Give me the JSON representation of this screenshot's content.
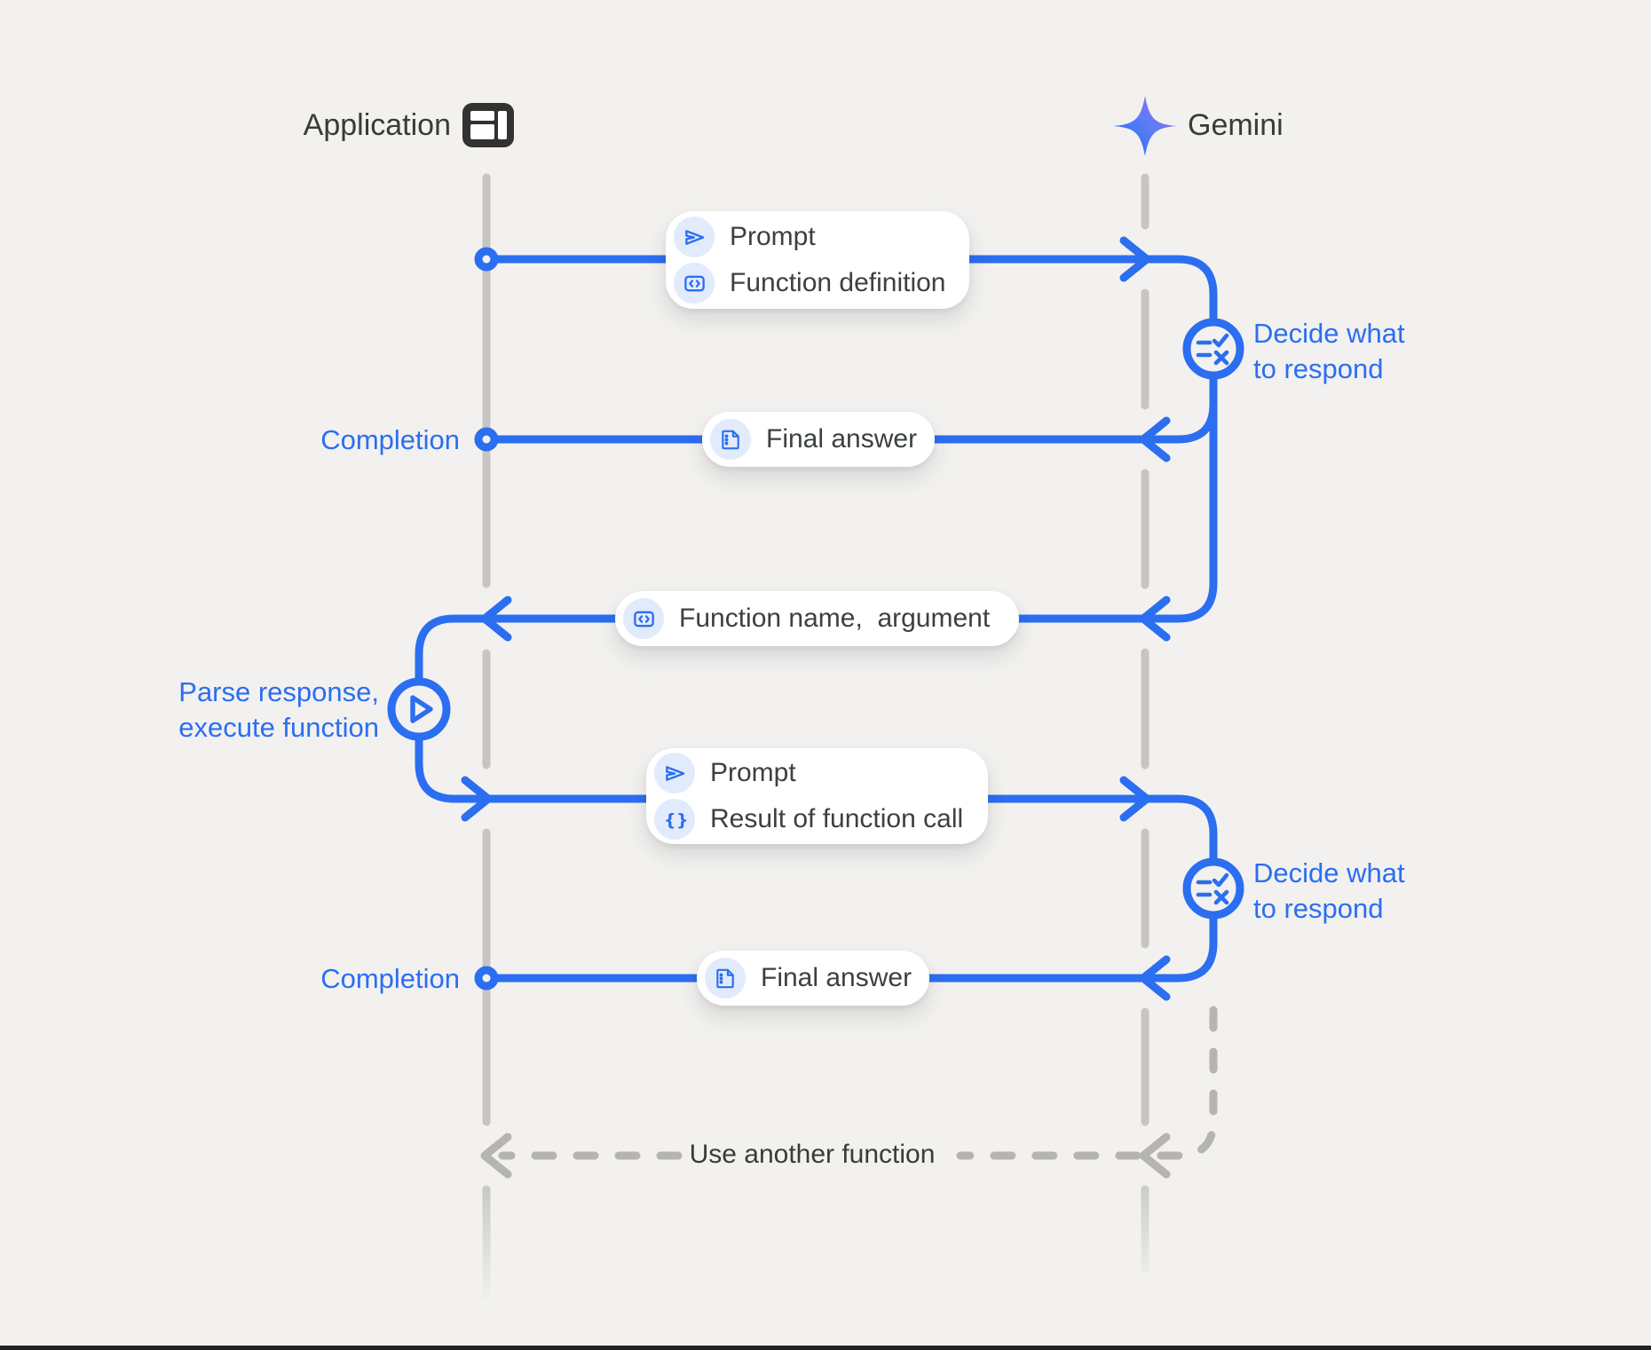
{
  "canvas": {
    "background": "#f2f1ef",
    "bottom_bar_color": "#232323"
  },
  "palette": {
    "flow_blue": "#2b6ef0",
    "label_blue": "#2b6ef2",
    "icon_chip_blue": "#e2ebfc",
    "lifeline_gray": "#c6c5c3",
    "dashed_gray": "#b5b4b2",
    "text_dark": "#3a3a38",
    "box_white": "#ffffff",
    "gemini_gradient_start": "#1b72f8",
    "gemini_gradient_end": "#a06bf5"
  },
  "actors": {
    "application": {
      "label": "Application",
      "icon": "app-window-icon"
    },
    "gemini": {
      "label": "Gemini",
      "icon": "gemini-star-icon"
    }
  },
  "messages": {
    "request1": {
      "rows": [
        {
          "icon": "send-icon",
          "label": "Prompt"
        },
        {
          "icon": "code-icon",
          "label": "Function definition"
        }
      ]
    },
    "final_answer1": {
      "icon": "document-icon",
      "label": "Final answer"
    },
    "function_call": {
      "icon": "code-icon",
      "label": "Function name,  argument"
    },
    "request2": {
      "rows": [
        {
          "icon": "send-icon",
          "label": "Prompt"
        },
        {
          "icon": "braces-icon",
          "label": "Result of function call"
        }
      ]
    },
    "final_answer2": {
      "icon": "document-icon",
      "label": "Final answer"
    }
  },
  "annotations": {
    "completion1": "Completion",
    "completion2": "Completion",
    "decide1": "Decide what to respond",
    "decide2": "Decide what to respond",
    "parse_execute": "Parse response, execute function",
    "use_another_function": "Use another function"
  }
}
